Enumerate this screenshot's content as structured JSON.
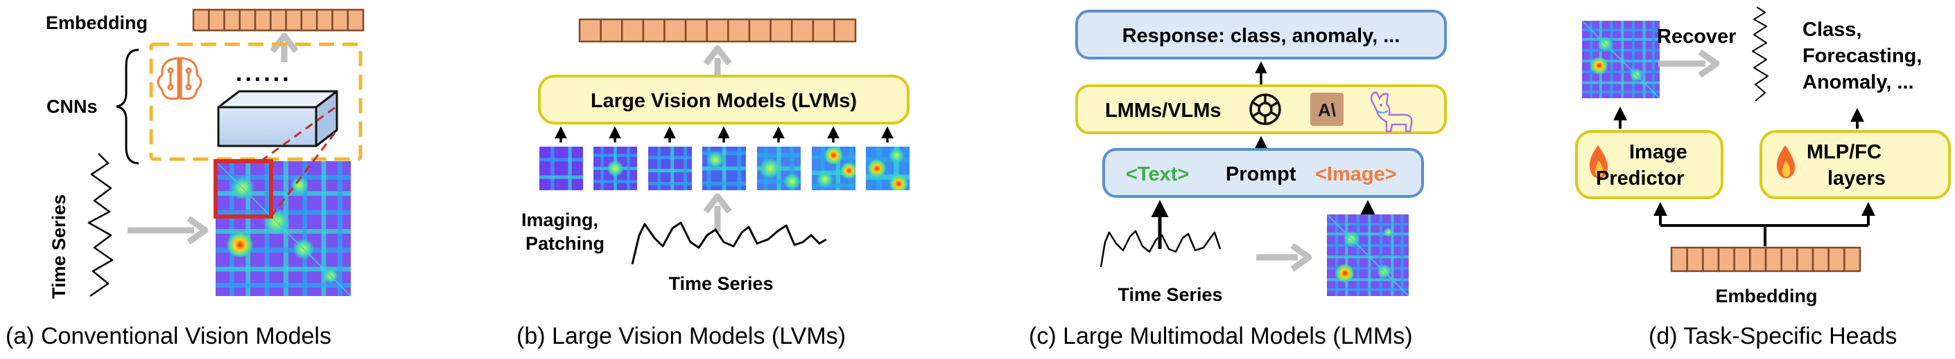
{
  "panel_a": {
    "caption": "(a) Conventional Vision Models",
    "embedding_label": "Embedding",
    "cnns_label": "CNNs",
    "dots": "......",
    "time_series_label": "Time Series"
  },
  "panel_b": {
    "caption": "(b) Large Vision Models (LVMs)",
    "lvm_box": "Large Vision Models (LVMs)",
    "imaging_label_1": "Imaging,",
    "imaging_label_2": "Patching",
    "time_series_label": "Time Series"
  },
  "panel_c": {
    "caption": "(c) Large Multimodal Models (LMMs)",
    "response_box": "Response: class, anomaly, ...",
    "lmm_label": "LMMs/VLMs",
    "anthropic_logo_text": "A\\",
    "prompt_text_tag": "<Text>",
    "prompt_label": "Prompt",
    "prompt_image_tag": "<Image>",
    "time_series_label": "Time Series"
  },
  "panel_d": {
    "caption": "(d) Task-Specific Heads",
    "recover_label": "Recover",
    "outputs_1": "Class,",
    "outputs_2": "Forecasting,",
    "outputs_3": "Anomaly, ...",
    "image_predictor_1": "Image",
    "image_predictor_2": "Predictor",
    "mlp_1": "MLP/FC",
    "mlp_2": "layers",
    "embedding_label": "Embedding"
  },
  "colors": {
    "embedding_fill": "#f4b183",
    "embedding_stroke": "#7f4a2a",
    "yellow_fill": "#fdf8c6",
    "yellow_stroke": "#d9cb1f",
    "blue_fill": "#dde8f7",
    "blue_stroke": "#5b8fd1",
    "gray_arrow": "#bfbfbf",
    "dashed_orange": "#f2b632",
    "red": "#d62b2b",
    "green_text": "#3cb043",
    "orange_text": "#f07c3a"
  }
}
